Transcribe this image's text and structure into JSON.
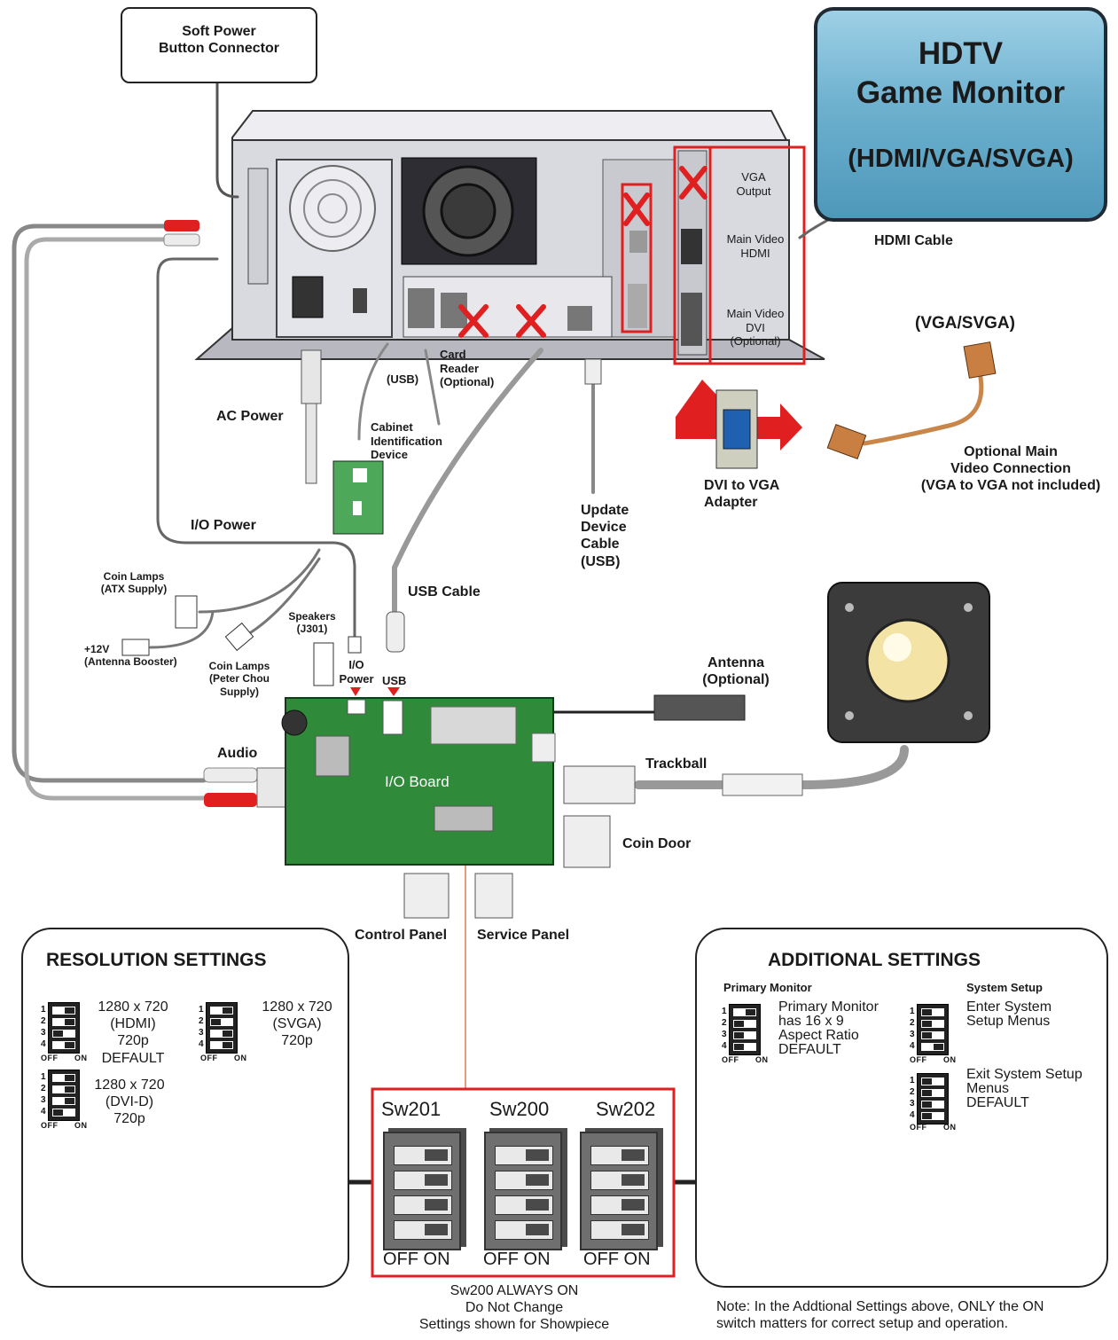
{
  "monitor": {
    "line1": "HDTV",
    "line2": "Game Monitor",
    "line3": "(HDMI/VGA/SVGA)"
  },
  "labels": {
    "soft_power": "Soft Power\nButton Connector",
    "vga_output": "VGA\nOutput",
    "main_video_hdmi": "Main Video\nHDMI",
    "main_video_dvi": "Main Video\nDVI\n(Optional)",
    "hdmi_cable": "HDMI Cable",
    "vga_svga": "(VGA/SVGA)",
    "optional_main": "Optional Main\nVideo Connection\n(VGA to VGA not included)",
    "dvi_to_vga": "DVI to VGA\nAdapter",
    "ac_power": "AC Power",
    "usb_small": "(USB)",
    "card_reader": "Card\nReader\n(Optional)",
    "cabinet_id": "Cabinet\nIdentification\nDevice",
    "update_device": "Update\nDevice\nCable\n(USB)",
    "io_power_top": "I/O Power",
    "usb_cable": "USB Cable",
    "coin_lamps_atx": "Coin Lamps\n(ATX Supply)",
    "speakers": "Speakers\n(J301)",
    "antenna_booster": "+12V\n(Antenna Booster)",
    "coin_lamps_peter": "Coin Lamps\n(Peter Chou\nSupply)",
    "io_power_board": "I/O\nPower",
    "usb_board": "USB",
    "antenna": "Antenna\n(Optional)",
    "audio": "Audio",
    "io_board": "I/O Board",
    "trackball": "Trackball",
    "coin_door": "Coin Door",
    "control_panel": "Control Panel",
    "service_panel": "Service Panel"
  },
  "resolution": {
    "title": "RESOLUTION SETTINGS",
    "opt1": "1280 x 720\n(HDMI)\n720p\nDEFAULT",
    "opt2": "1280 x 720\n(SVGA)\n720p",
    "opt3": "1280 x 720\n(DVI-D)\n720p"
  },
  "additional": {
    "title": "ADDITIONAL SETTINGS",
    "primary_monitor": "Primary Monitor",
    "system_setup": "System Setup",
    "aspect": "Primary Monitor\nhas 16 x 9\nAspect Ratio\nDEFAULT",
    "enter_setup": "Enter System\nSetup Menus",
    "exit_setup": "Exit System Setup\nMenus\nDEFAULT"
  },
  "switches": {
    "sw201": "Sw201",
    "sw200": "Sw200",
    "sw202": "Sw202",
    "off_on": "OFF ON",
    "numbers": "1\n2\n3\n4",
    "off": "OFF",
    "on": "ON",
    "note_center": "Sw200 ALWAYS ON\nDo Not Change\nSettings shown for Showpiece"
  },
  "note": "Note: In the Addtional Settings above, ONLY the ON\nswitch matters for correct setup and operation.",
  "colors": {
    "accent_red": "#e02020",
    "board_green": "#2f8a3a",
    "chassis": "#dcdde3",
    "monitor_blue": "#6eb1cf"
  }
}
